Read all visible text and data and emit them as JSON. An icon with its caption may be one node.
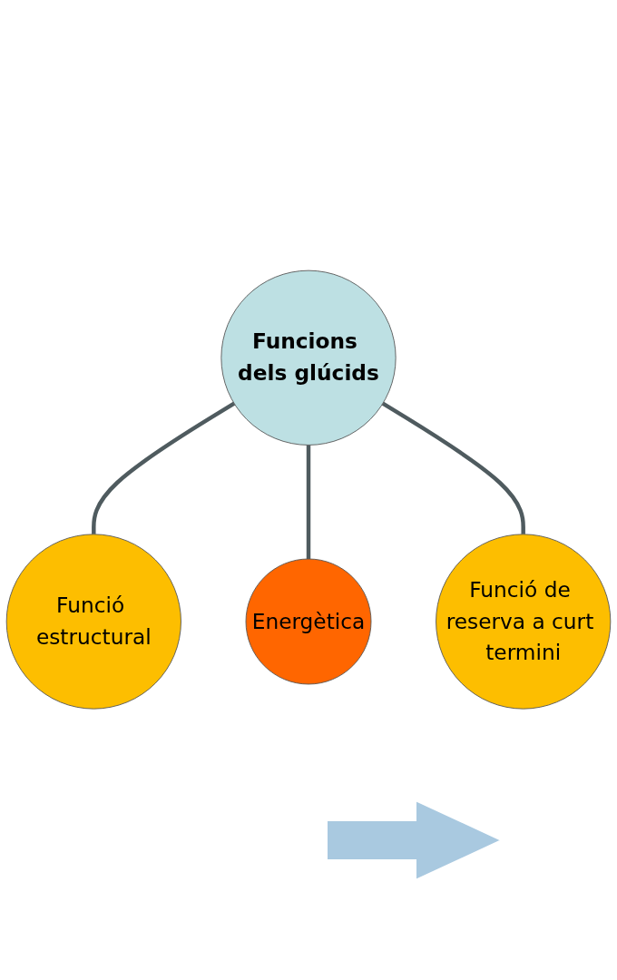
{
  "diagram": {
    "nodes": [
      {
        "text": [
          "Funció estructural"
        ]
      },
      {
        "text": [
          "Funcions dels glúcids"
        ]
      },
      {
        "text": [
          "Energètica"
        ]
      },
      {
        "text": [
          "Funció de reserva a curt termini"
        ]
      }
    ],
    "edges": [
      {
        "from": 1,
        "to": 0,
        "arrow": "none"
      },
      {
        "from": 1,
        "to": 2,
        "arrow": "none"
      },
      {
        "from": 1,
        "to": 3,
        "arrow": "none"
      }
    ]
  }
}
